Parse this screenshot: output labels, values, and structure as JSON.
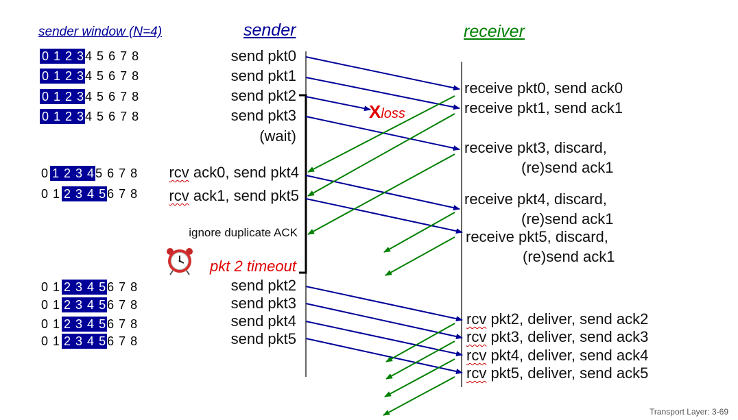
{
  "headings": {
    "sender_window": "sender window (N=4)",
    "sender": "sender",
    "receiver": "receiver"
  },
  "windows": [
    {
      "pre": "",
      "hl": "0 1 2 3",
      "post": "4 5 6 7 8"
    },
    {
      "pre": "",
      "hl": "0 1 2 3",
      "post": "4 5 6 7 8"
    },
    {
      "pre": "",
      "hl": "0 1 2 3",
      "post": "4 5 6 7 8"
    },
    {
      "pre": "",
      "hl": "0 1 2 3",
      "post": "4 5 6 7 8"
    },
    {
      "pre": "0",
      "hl": "1 2 3 4",
      "post": "5 6 7 8"
    },
    {
      "pre": "0 1",
      "hl": "2 3 4 5",
      "post": "6 7 8"
    },
    {
      "pre": "0 1",
      "hl": "2 3 4 5",
      "post": "6 7 8"
    },
    {
      "pre": "0 1",
      "hl": "2 3 4 5",
      "post": "6 7 8"
    },
    {
      "pre": "0 1",
      "hl": "2 3 4 5",
      "post": "6 7 8"
    },
    {
      "pre": "0 1",
      "hl": "2 3 4 5",
      "post": "6 7 8"
    }
  ],
  "sender_events": {
    "send_pkt0": "send  pkt0",
    "send_pkt1": "send  pkt1",
    "send_pkt2": "send  pkt2",
    "send_pkt3": "send  pkt3",
    "wait": "(wait)",
    "rcv_ack0_word": "rcv",
    "rcv_ack0_rest": " ack0, send pkt4",
    "rcv_ack1_word": "rcv",
    "rcv_ack1_rest": " ack1, send pkt5",
    "ignore": "ignore duplicate ACK",
    "timeout": "pkt 2 timeout",
    "resend_pkt2": "send  pkt2",
    "resend_pkt3": "send  pkt3",
    "resend_pkt4": "send  pkt4",
    "resend_pkt5": "send  pkt5"
  },
  "loss": {
    "mark": "X",
    "label": "loss"
  },
  "receiver_events": {
    "r_pkt0": "receive pkt0, send ack0",
    "r_pkt1": "receive pkt1, send ack1",
    "r_pkt3_a": "receive pkt3, discard,",
    "r_pkt3_b": "(re)send ack1",
    "r_pkt4_a": "receive pkt4, discard,",
    "r_pkt4_b": "(re)send ack1",
    "r_pkt5_a": "receive pkt5, discard,",
    "r_pkt5_b": "(re)send ack1",
    "d2_word": "rcv",
    "d2_rest": " pkt2, deliver, send ack2",
    "d3_word": "rcv",
    "d3_rest": " pkt3, deliver, send ack3",
    "d4_word": "rcv",
    "d4_rest": " pkt4, deliver, send ack4",
    "d5_word": "rcv",
    "d5_rest": " pkt5, deliver, send ack5"
  },
  "footer": "Transport Layer: 3-69",
  "colors": {
    "pkt_arrow": "#000099",
    "ack_arrow": "#008000",
    "loss": "#e00000",
    "window_highlight": "#000099"
  },
  "icons": [
    "alarm-clock-icon"
  ]
}
